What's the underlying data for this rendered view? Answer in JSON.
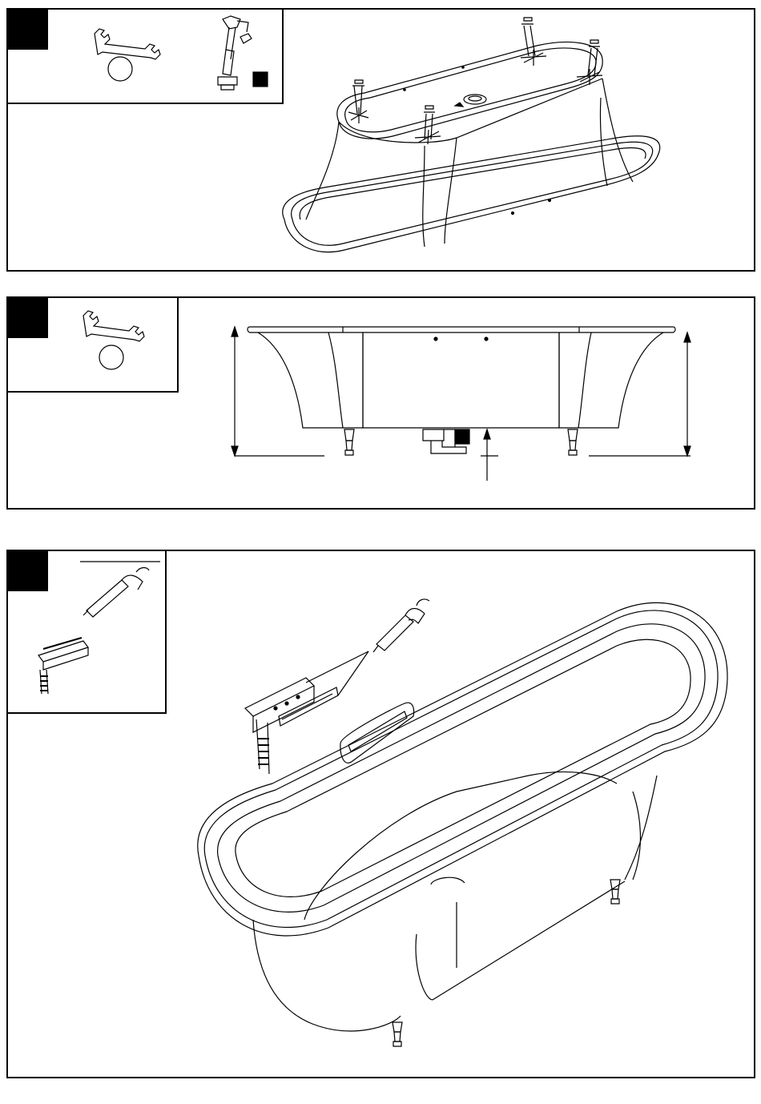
{
  "document": {
    "type": "installation-instructions",
    "colors": {
      "line": "#000000",
      "background": "#ffffff",
      "badge": "#000000"
    }
  },
  "steps": [
    {
      "id": "step-1",
      "tools": [
        "wrench-icon",
        "circle-marker-icon",
        "adjustable-foot-icon",
        "square-marker-icon"
      ],
      "illustration": "bathtub-upside-down-with-feet"
    },
    {
      "id": "step-2",
      "tools": [
        "wrench-icon",
        "circle-marker-icon"
      ],
      "illustration": "bathtub-side-elevation-with-dimension-arrows"
    },
    {
      "id": "step-3",
      "tools": [
        "silicone-gun-icon",
        "overflow-filler-icon"
      ],
      "illustration": "bathtub-perspective-with-overflow-installation"
    }
  ]
}
